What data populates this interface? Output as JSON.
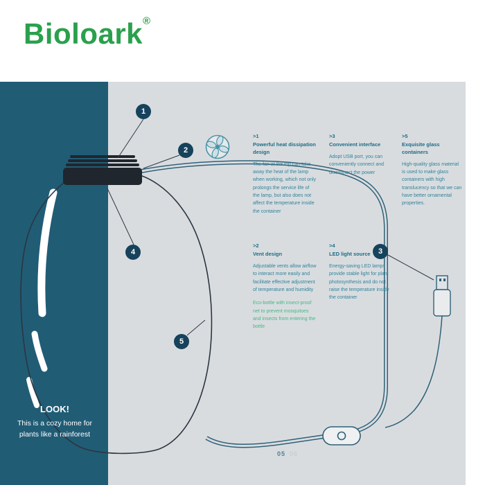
{
  "brand": {
    "name": "Bioloark",
    "registered": "®"
  },
  "callouts": [
    "1",
    "2",
    "3",
    "4",
    "5"
  ],
  "features": [
    {
      "index": ">1",
      "title": "Powerful heat dissipation design",
      "body": "The fan at the top can take away the heat of the lamp when working, which not only prolongs the service life of the lamp, but also does not affect the temperature inside the container"
    },
    {
      "index": ">2",
      "title": "Vent design",
      "body": "Adjustable vents allow airflow to interact more easily and facilitate effective adjustment of temperature and humidity",
      "note": "Eco-bottle with insect-proof net to prevent mosquitoes and insects from entering the bottle"
    },
    {
      "index": ">3",
      "title": "Convenient interface",
      "body": "Adopt USB port, you can conveniently connect and disconnect the power"
    },
    {
      "index": ">4",
      "title": "LED light source",
      "body": "Energy-saving LED lamps provide stable light for plant photosynthesis and do not raise the temperature inside the container"
    },
    {
      "index": ">5",
      "title": "Exquisite glass containers",
      "body": "High-quality glass material is used to make glass containers with high translucency so that we can have better ornamental properties."
    }
  ],
  "caption": {
    "headline": "LOOK!",
    "line1": "This is a cozy home for",
    "line2": "plants like a rainforest"
  },
  "page": {
    "current": "05",
    "next": "06"
  },
  "colors": {
    "brand_green": "#2aa04d",
    "panel_teal": "#215c75",
    "panel_gray": "#d9dcdf",
    "accent_teal": "#2e6179",
    "note_green": "#45b884"
  }
}
